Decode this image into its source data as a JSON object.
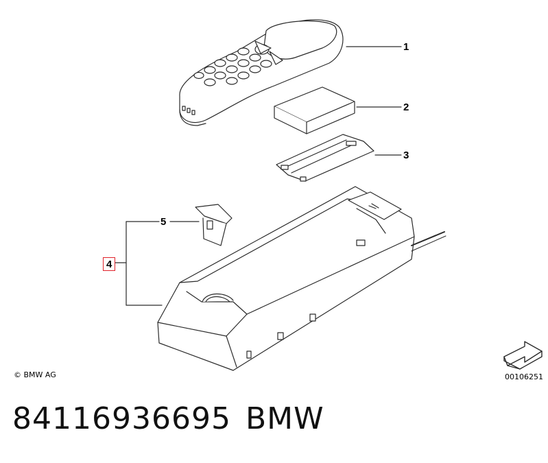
{
  "callouts": {
    "c1": "1",
    "c2": "2",
    "c3": "3",
    "c4": "4",
    "c5": "5"
  },
  "copyright": "© BMW AG",
  "diagram_id": "00106251",
  "part_number": "84116936695",
  "brand": "BMW",
  "colors": {
    "line": "#2a2a2a",
    "highlight_box": "#e0222a",
    "background": "#ffffff"
  }
}
